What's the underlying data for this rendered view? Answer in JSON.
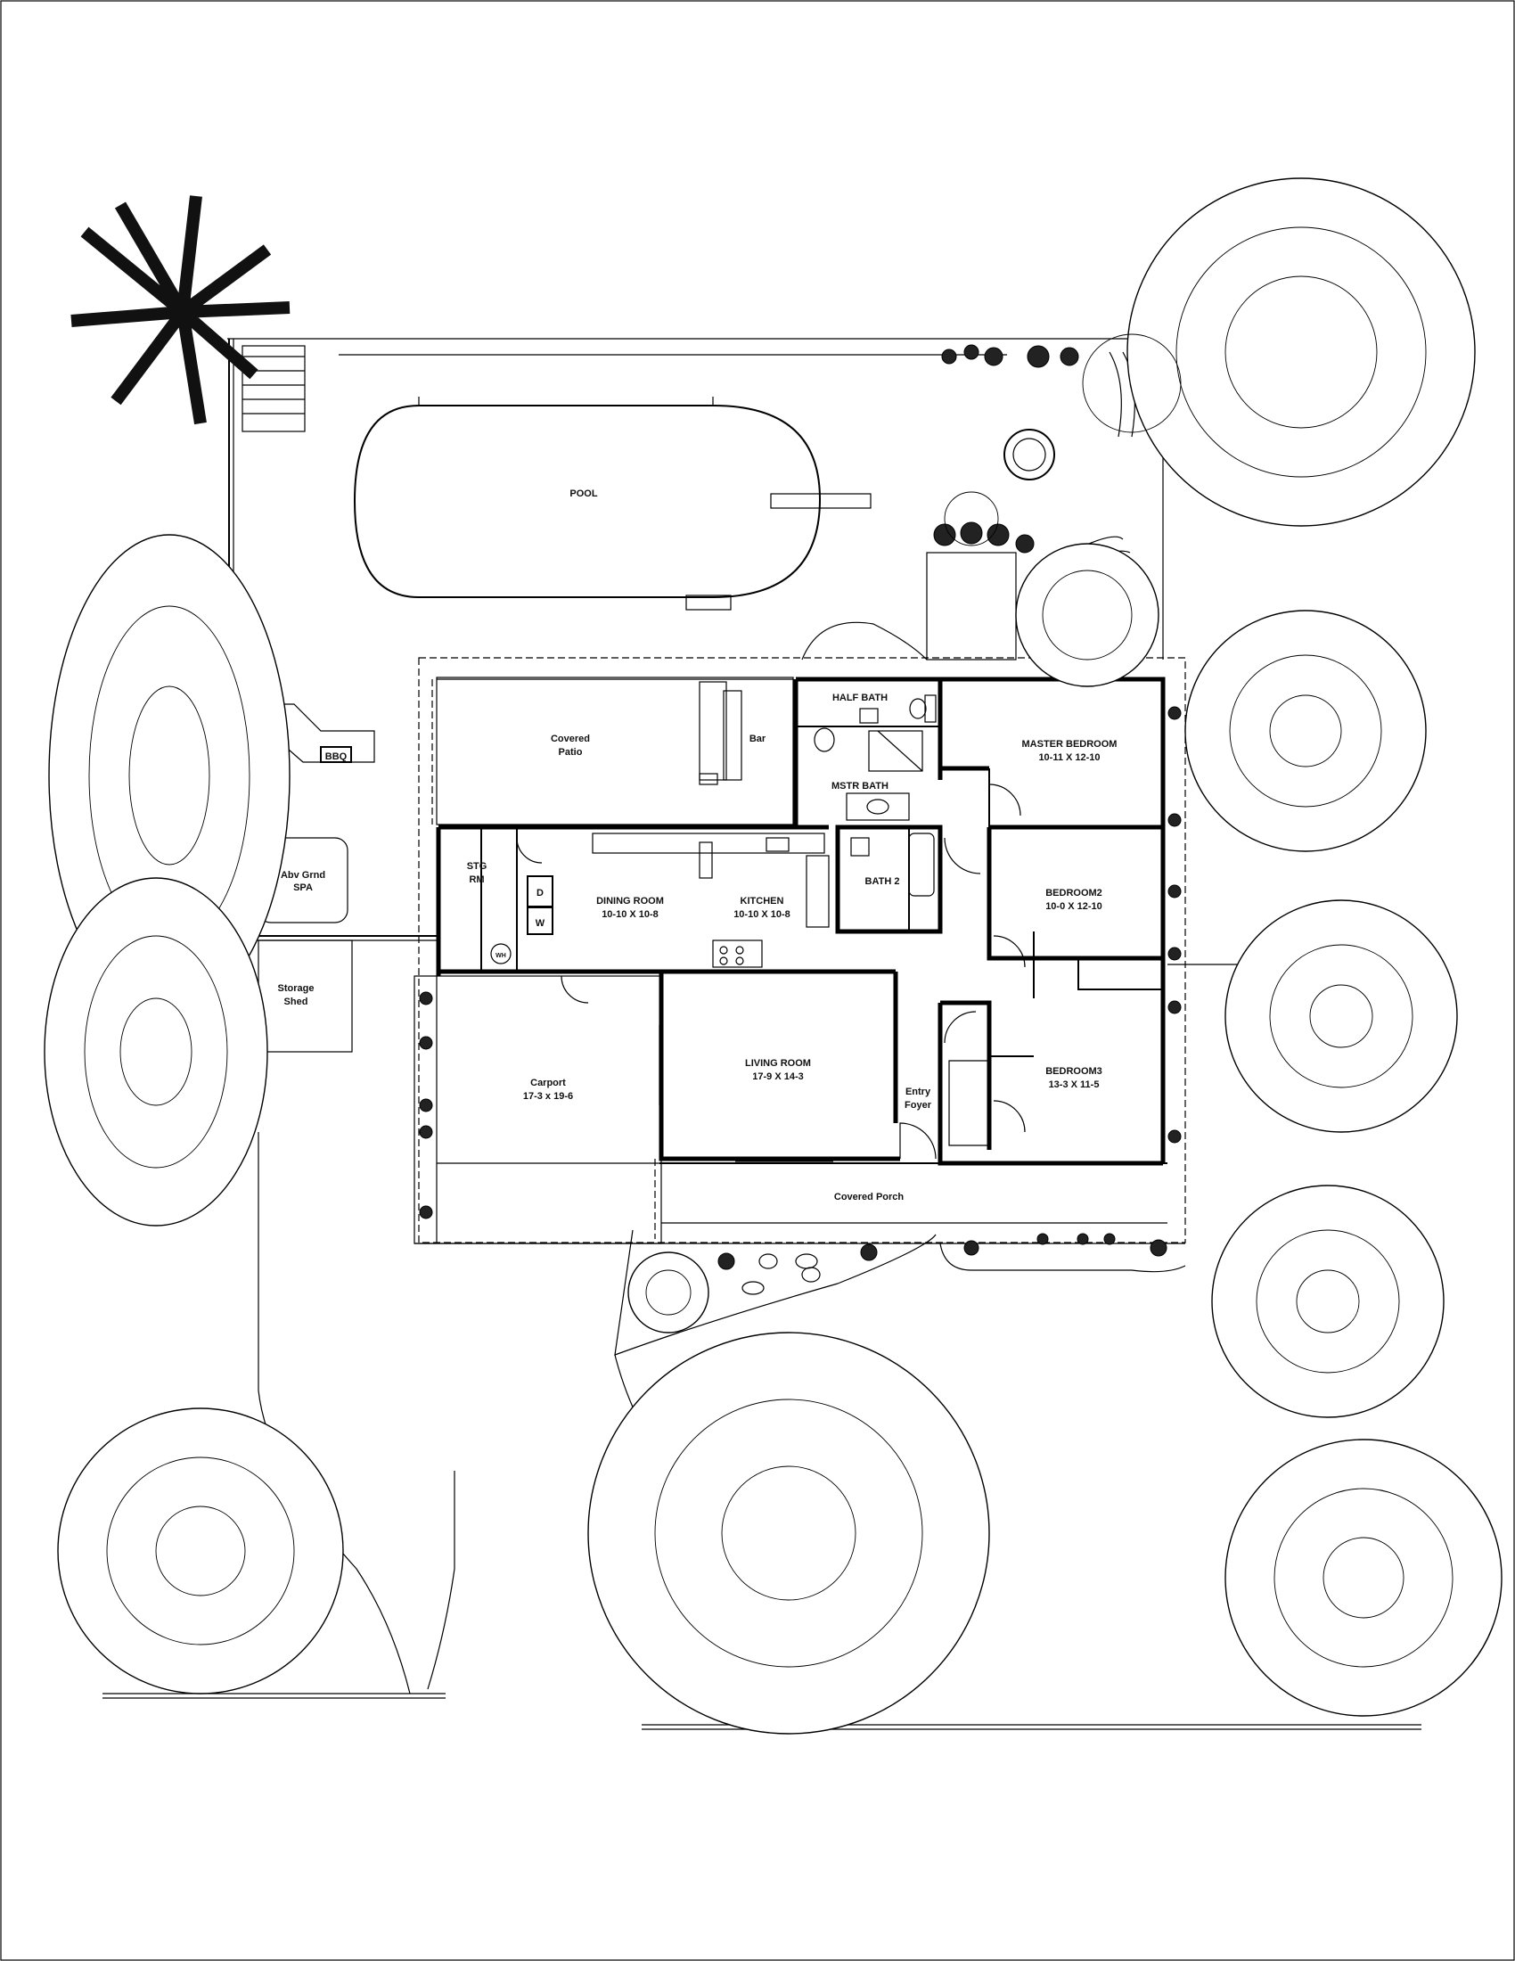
{
  "plan": {
    "rooms": {
      "pool": "POOL",
      "covered_patio": [
        "Covered",
        "Patio"
      ],
      "bar": "Bar",
      "half_bath": "HALF BATH",
      "mstr_bath": "MSTR BATH",
      "master_bedroom": {
        "name": "MASTER BEDROOM",
        "size": "10-11 X 12-10"
      },
      "bath2": "BATH 2",
      "bedroom2": {
        "name": "BEDROOM2",
        "size": "10-0 X 12-10"
      },
      "stg_rm": [
        "STG",
        "RM"
      ],
      "dining_room": {
        "name": "DINING ROOM",
        "size": "10-10 X 10-8"
      },
      "kitchen": {
        "name": "KITCHEN",
        "size": "10-10 X 10-8"
      },
      "living_room": {
        "name": "LIVING ROOM",
        "size": "17-9 X 14-3"
      },
      "entry_foyer": [
        "Entry",
        "Foyer"
      ],
      "bedroom3": {
        "name": "BEDROOM3",
        "size": "13-3 X 11-5"
      },
      "carport": {
        "name": "Carport",
        "size": "17-3 x 19-6"
      },
      "covered_porch": "Covered Porch",
      "bbq": "BBQ",
      "spa": [
        "Abv Grnd",
        "SPA"
      ],
      "storage_shed": [
        "Storage",
        "Shed"
      ],
      "dryer": "D",
      "washer": "W",
      "water_heater": "WH"
    }
  }
}
